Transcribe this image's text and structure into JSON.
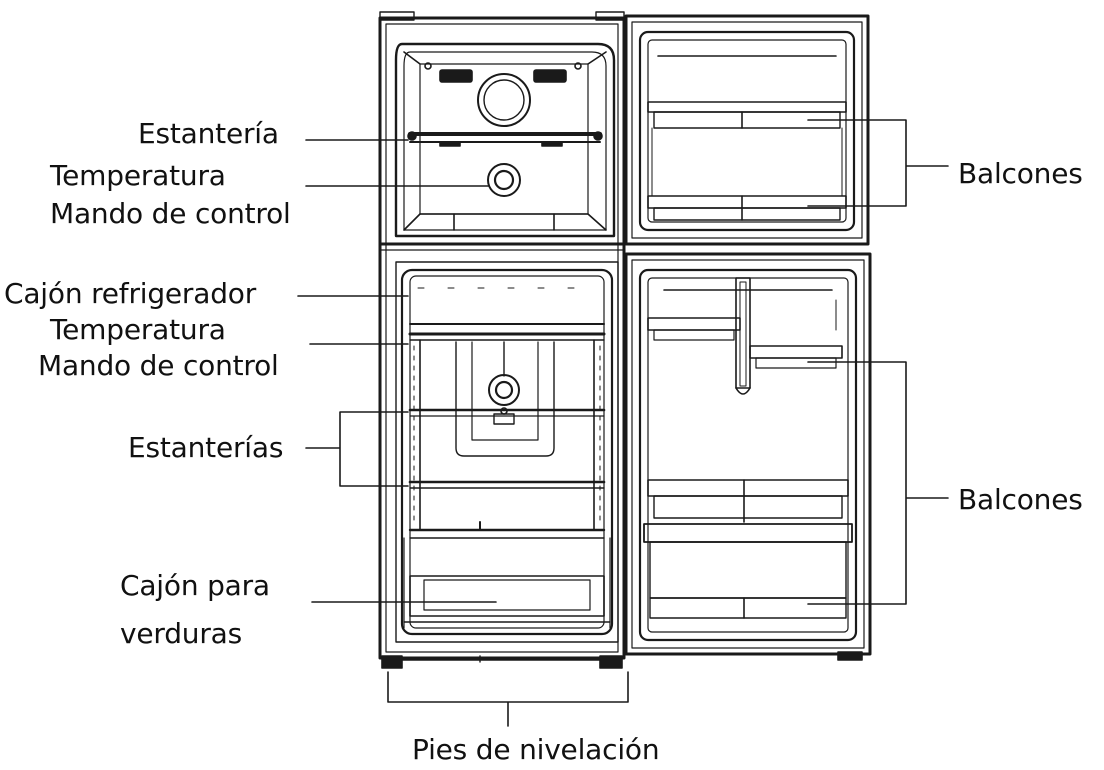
{
  "labels": {
    "estanteria": "Estantería",
    "temperatura_1": "Temperatura",
    "mando_1": "Mando de control",
    "cajon_refrigerador": "Cajón refrigerador",
    "temperatura_2": "Temperatura",
    "mando_2": "Mando de control",
    "estanterias": "Estanterías",
    "cajon_para": "Cajón para",
    "verduras": "verduras",
    "balcones_top": "Balcones",
    "balcones_bottom": "Balcones",
    "pies": "Pies de nivelación"
  },
  "colors": {
    "line": "#1a1a1a",
    "text": "#111111",
    "background": "#ffffff"
  }
}
